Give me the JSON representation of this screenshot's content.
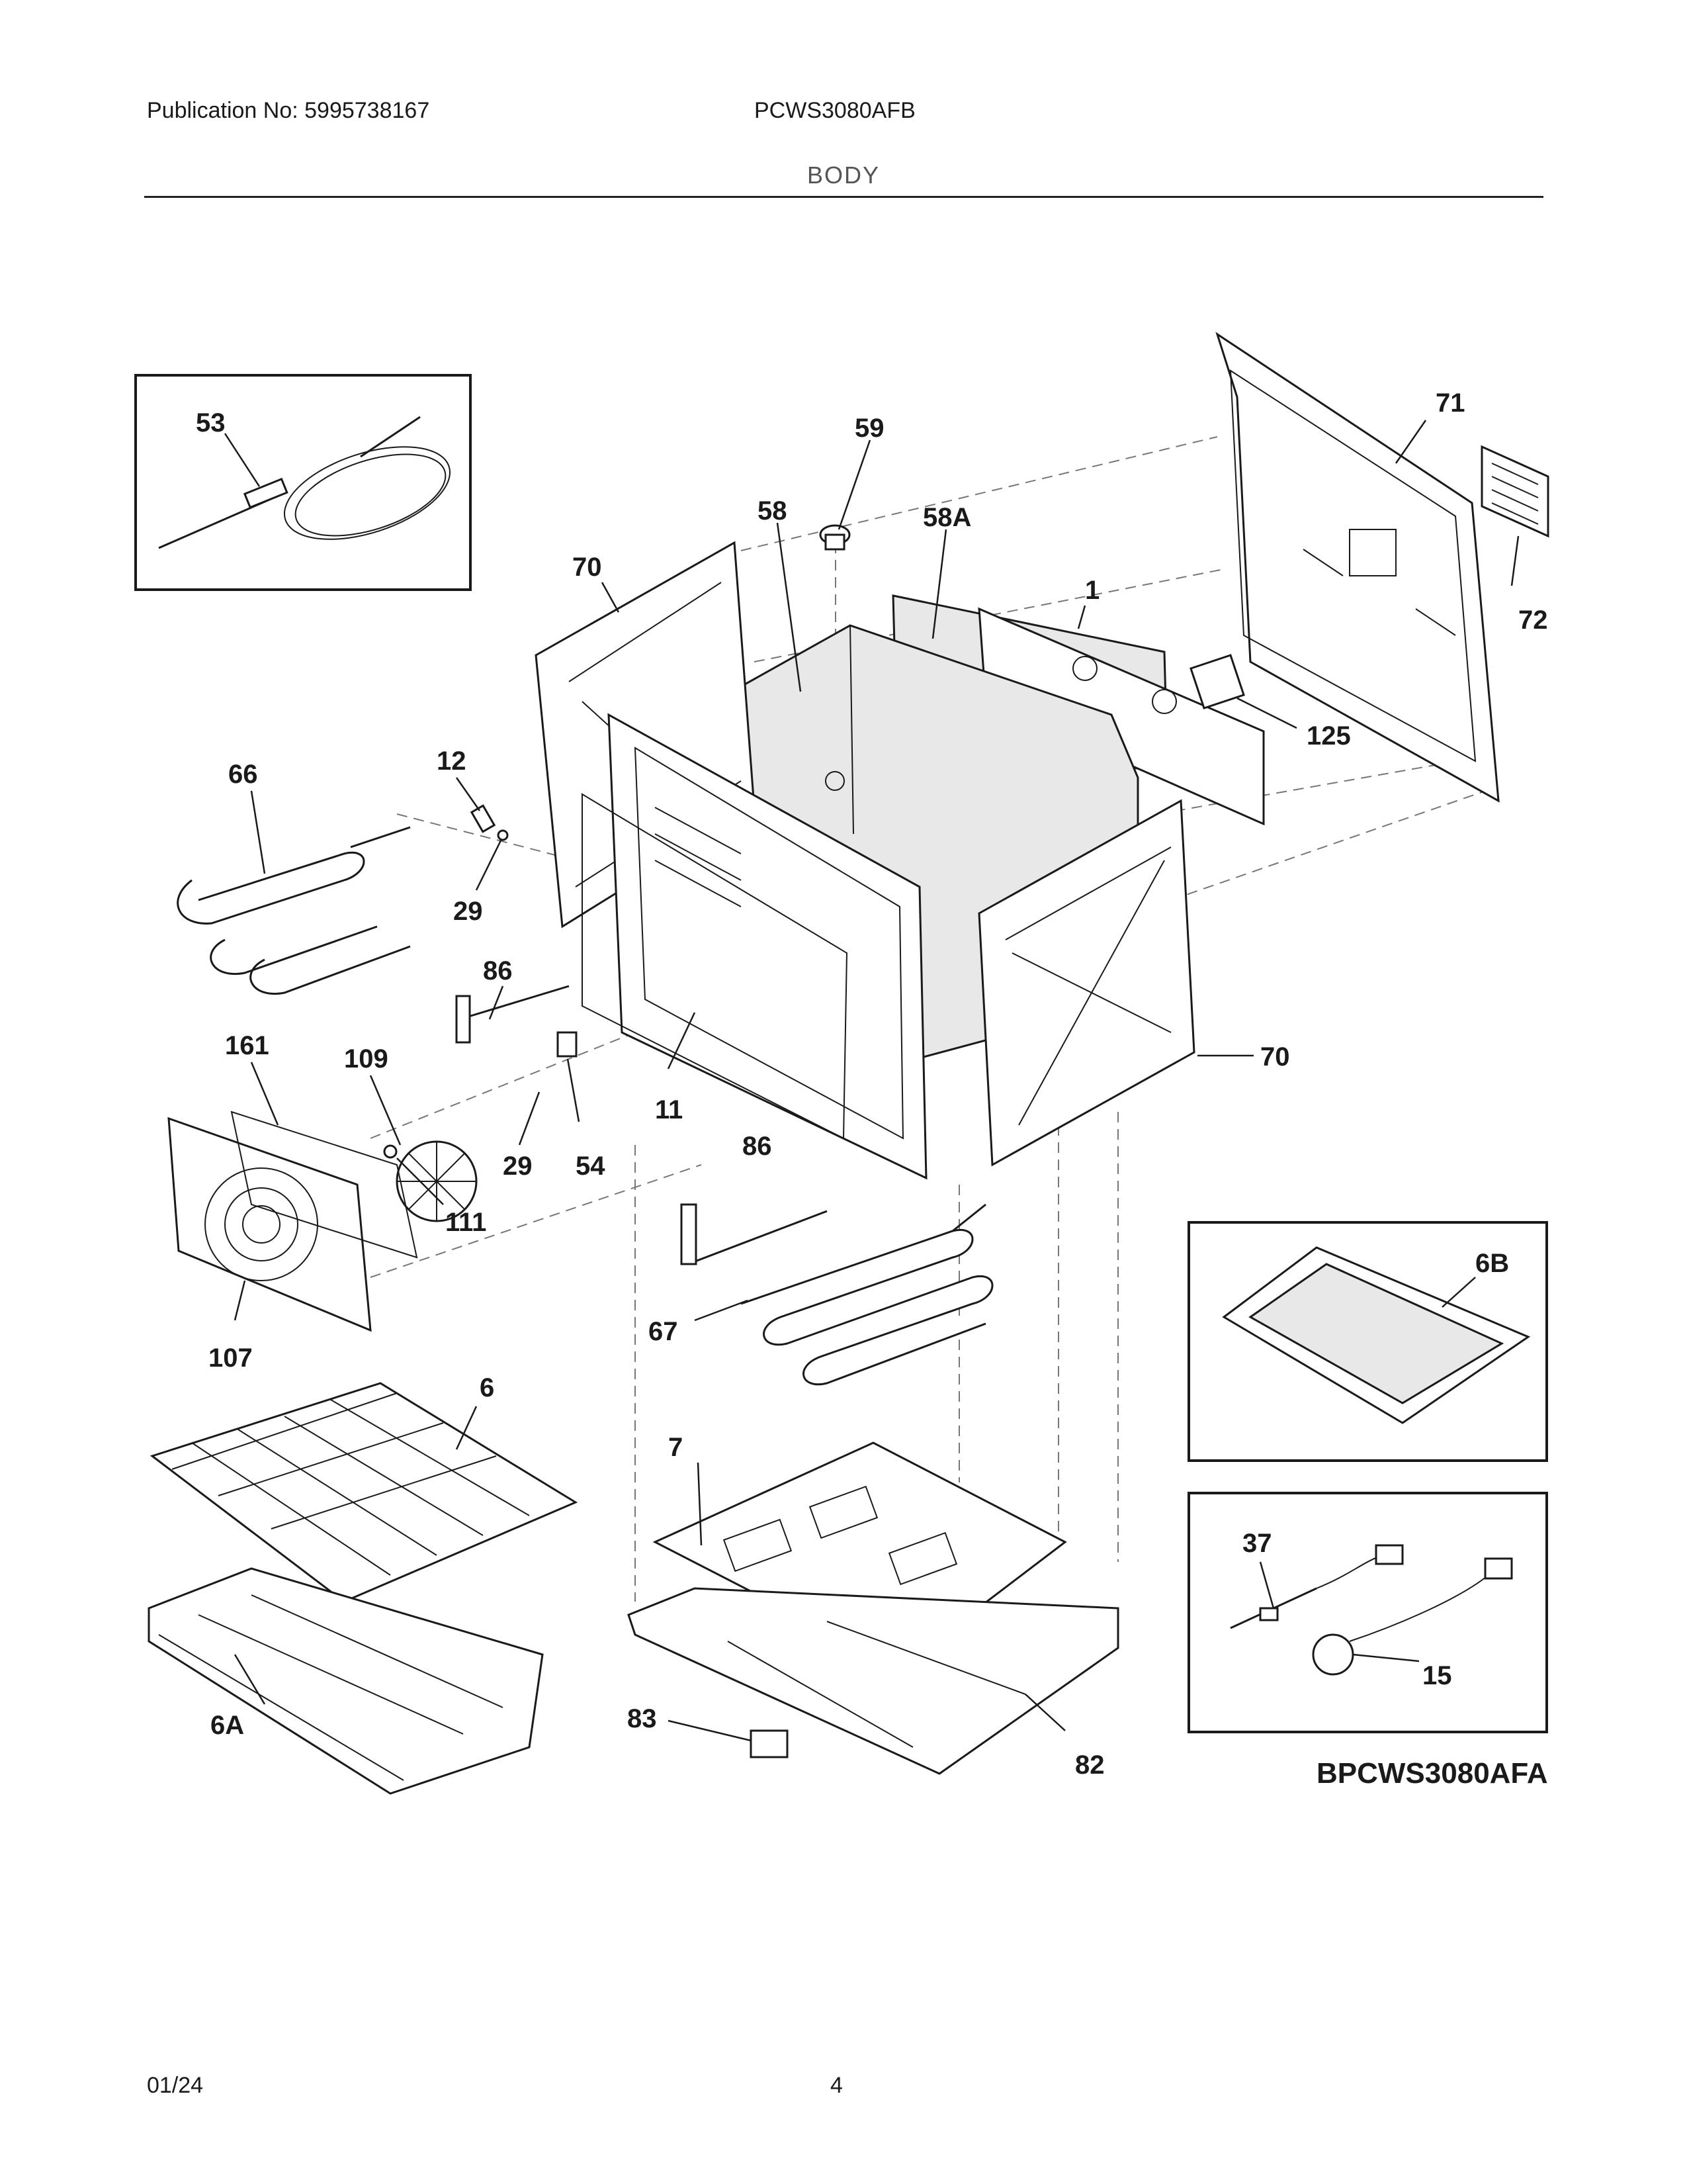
{
  "header": {
    "publication": "Publication No: 5995738167",
    "model": "PCWS3080AFB",
    "section": "BODY"
  },
  "footer": {
    "date": "01/24",
    "page": "4"
  },
  "figure_code": "BPCWS3080AFA",
  "part_labels": {
    "p53": "53",
    "p59": "59",
    "p58": "58",
    "p58A": "58A",
    "p71": "71",
    "p72": "72",
    "p70_top": "70",
    "p1": "1",
    "p125": "125",
    "p66": "66",
    "p12": "12",
    "p29_top": "29",
    "p86_top": "86",
    "p161": "161",
    "p109": "109",
    "p29_mid": "29",
    "p54": "54",
    "p11": "11",
    "p111": "111",
    "p107": "107",
    "p70_right": "70",
    "p86_bottom": "86",
    "p67": "67",
    "p6B": "6B",
    "p6": "6",
    "p7": "7",
    "p37": "37",
    "p15": "15",
    "p6A": "6A",
    "p83": "83",
    "p82": "82"
  }
}
